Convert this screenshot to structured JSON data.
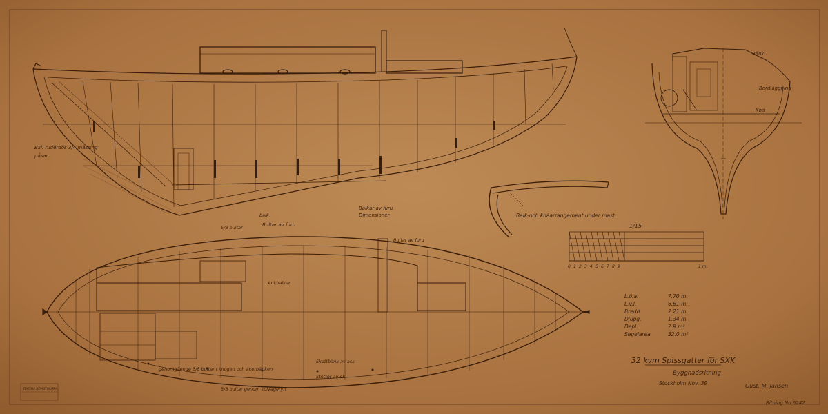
{
  "colors": {
    "paper": "#b07a45",
    "paper_dark": "#9a6534",
    "ink": "#3a1e0c",
    "ink_light": "#6b3d1e"
  },
  "title": {
    "line1": "32 kvm Spissgatter för SXK",
    "line2": "Byggnadsritning",
    "place_date": "Stockholm Nov. 39",
    "signature": "Gust. M. Jansen",
    "drawing_no": "Ritning No 6242"
  },
  "specs": [
    {
      "label": "L.ö.a.",
      "value": "7.70 m."
    },
    {
      "label": "L.v.l.",
      "value": "6.61 m."
    },
    {
      "label": "Bredd",
      "value": "2.21 m."
    },
    {
      "label": "Djupg.",
      "value": "1.34 m."
    },
    {
      "label": "Depl.",
      "value": "2.9 m³"
    },
    {
      "label": "Segelarea",
      "value": "32.0 m²"
    }
  ],
  "scale": {
    "label": "1/15",
    "ticks": [
      "0",
      "1",
      "2",
      "3",
      "4",
      "5",
      "6",
      "7",
      "8",
      "9"
    ],
    "end_label": "1 m."
  },
  "stamp": "STATENS SJÖHISTORISKA",
  "labels": {
    "profile_1": "Balkar av furu",
    "profile_2": "Dimensioner",
    "profile_3": "Bxl. ruderdös 3/4 mässing",
    "profile_4": "påsar",
    "profile_5": "Bultar av furu",
    "beam_title": "Balk-och knäarrangement under mast",
    "plan_1": "genomgående 5/8 bultar i knogen och akerbänken",
    "plan_2": "Skottbänk av ask",
    "plan_3": "Stöttor av ek",
    "plan_4": "5/8 bultar genom kölvägeryn",
    "plan_5": "balk",
    "plan_6": "5/8 bultar",
    "plan_7": "Bultar av furu",
    "plan_8": "Ankbalkar",
    "section_1": "Bordläggning",
    "section_2": "Knä",
    "section_3": "Bänk"
  }
}
